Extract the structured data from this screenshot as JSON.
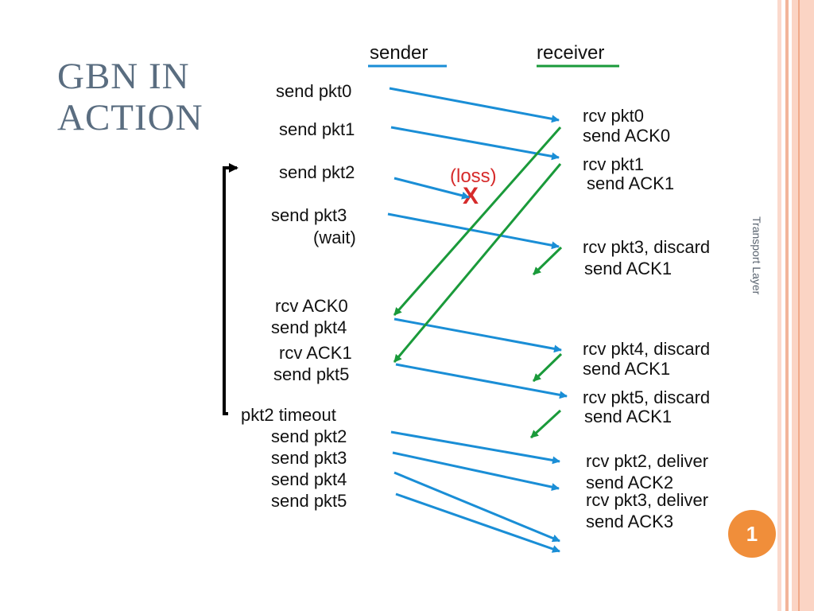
{
  "title": {
    "line1": "GBN IN",
    "line2": "ACTION"
  },
  "side_label": "Transport Layer",
  "page_number": "1",
  "colors": {
    "sender": "#1a8ed6",
    "receiver": "#1a9a3a",
    "loss": "#d62b2b",
    "bracket": "#000000"
  },
  "headers": {
    "sender": "sender",
    "receiver": "receiver"
  },
  "sender_events": [
    "send pkt0",
    "send pkt1",
    "send pkt2",
    "send pkt3",
    "(wait)",
    "rcv ACK0",
    "send pkt4",
    "rcv ACK1",
    "send pkt5",
    "pkt2 timeout",
    "send pkt2",
    "send pkt3",
    "send pkt4",
    "send pkt5"
  ],
  "receiver_events": [
    "rcv pkt0",
    "send ACK0",
    "rcv pkt1",
    "send ACK1",
    "rcv pkt3, discard",
    "send ACK1",
    "rcv pkt4, discard",
    "send ACK1",
    "rcv pkt5, discard",
    "send ACK1",
    "rcv pkt2, deliver",
    "send ACK2",
    "rcv pkt3, deliver",
    "send ACK3"
  ],
  "loss": {
    "label": "(loss)",
    "mark": "X"
  }
}
